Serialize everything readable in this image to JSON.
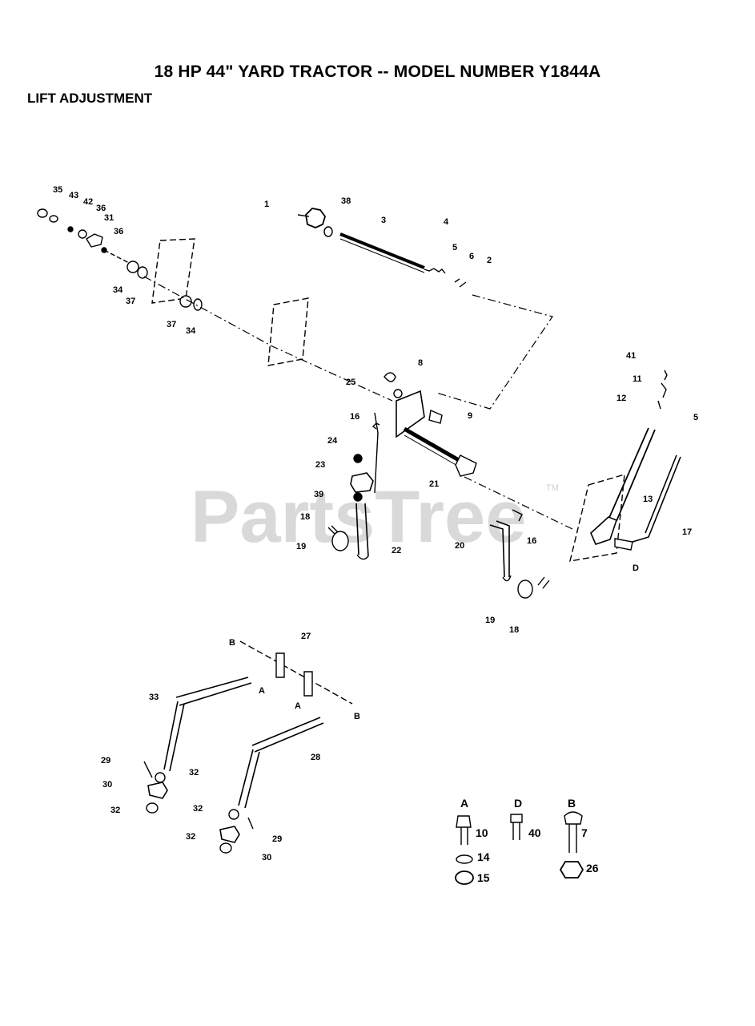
{
  "title": "18 HP 44\" YARD TRACTOR -- MODEL NUMBER Y1844A",
  "subtitle": "LIFT ADJUSTMENT",
  "watermark": {
    "text": "PartsTree",
    "tm": "TM"
  },
  "callouts": {
    "c1": "1",
    "c38": "38",
    "c3": "3",
    "c4": "4",
    "c5a": "5",
    "c6": "6",
    "c2": "2",
    "c35": "35",
    "c43": "43",
    "c42": "42",
    "c36a": "36",
    "c31": "31",
    "c36b": "36",
    "c34a": "34",
    "c37a": "37",
    "c37b": "37",
    "c34b": "34",
    "c25": "25",
    "c8": "8",
    "c9": "9",
    "c16a": "16",
    "c24": "24",
    "c23": "23",
    "c21": "21",
    "c39": "39",
    "c18a": "18",
    "c19a": "19",
    "c22": "22",
    "c41": "41",
    "c11": "11",
    "c12": "12",
    "c5b": "5",
    "c13": "13",
    "c17": "17",
    "cD": "D",
    "c16b": "16",
    "c20": "20",
    "c19b": "19",
    "c18b": "18",
    "cB1": "B",
    "c27": "27",
    "c33": "33",
    "cA1": "A",
    "cA2": "A",
    "cB2": "B",
    "c28": "28",
    "c29a": "29",
    "c30a": "30",
    "c32a": "32",
    "c32b": "32",
    "c32c": "32",
    "c29b": "29",
    "c32d": "32",
    "c30b": "30"
  },
  "hardware_key": {
    "A": {
      "letter": "A",
      "parts": [
        "10",
        "14",
        "15"
      ]
    },
    "D": {
      "letter": "D",
      "parts": [
        "40"
      ]
    },
    "B": {
      "letter": "B",
      "parts": [
        "7",
        "26"
      ]
    }
  }
}
